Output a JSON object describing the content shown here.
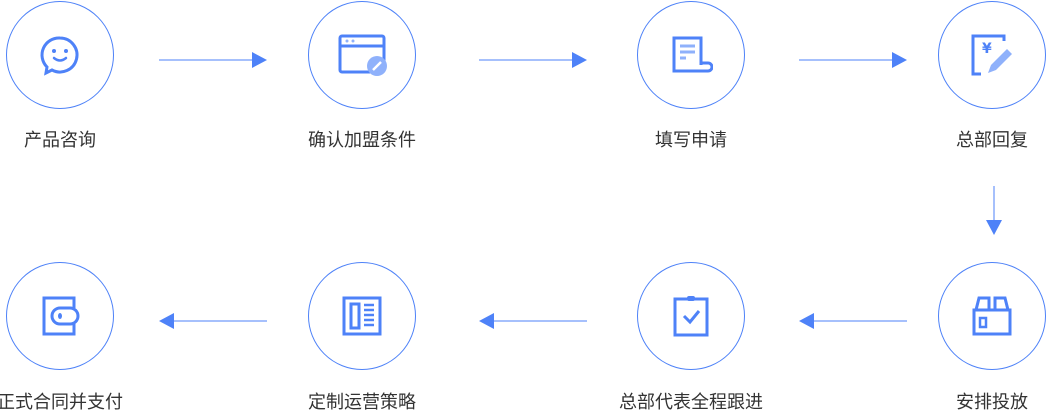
{
  "colors": {
    "accent": "#4e82f8",
    "light": "#8fb1fb",
    "text": "#333333"
  },
  "steps": [
    {
      "label": "产品咨询",
      "icon": "chat-smile-icon"
    },
    {
      "label": "确认加盟条件",
      "icon": "browser-edit-icon"
    },
    {
      "label": "填写申请",
      "icon": "document-scroll-icon"
    },
    {
      "label": "总部回复",
      "icon": "yuan-doc-pen-icon"
    },
    {
      "label": "安排投放",
      "icon": "box-icon"
    },
    {
      "label": "总部代表全程跟进",
      "icon": "clipboard-check-icon"
    },
    {
      "label": "定制运营策略",
      "icon": "list-panel-icon"
    },
    {
      "label": "正式合同并支付",
      "icon": "wallet-icon"
    }
  ]
}
